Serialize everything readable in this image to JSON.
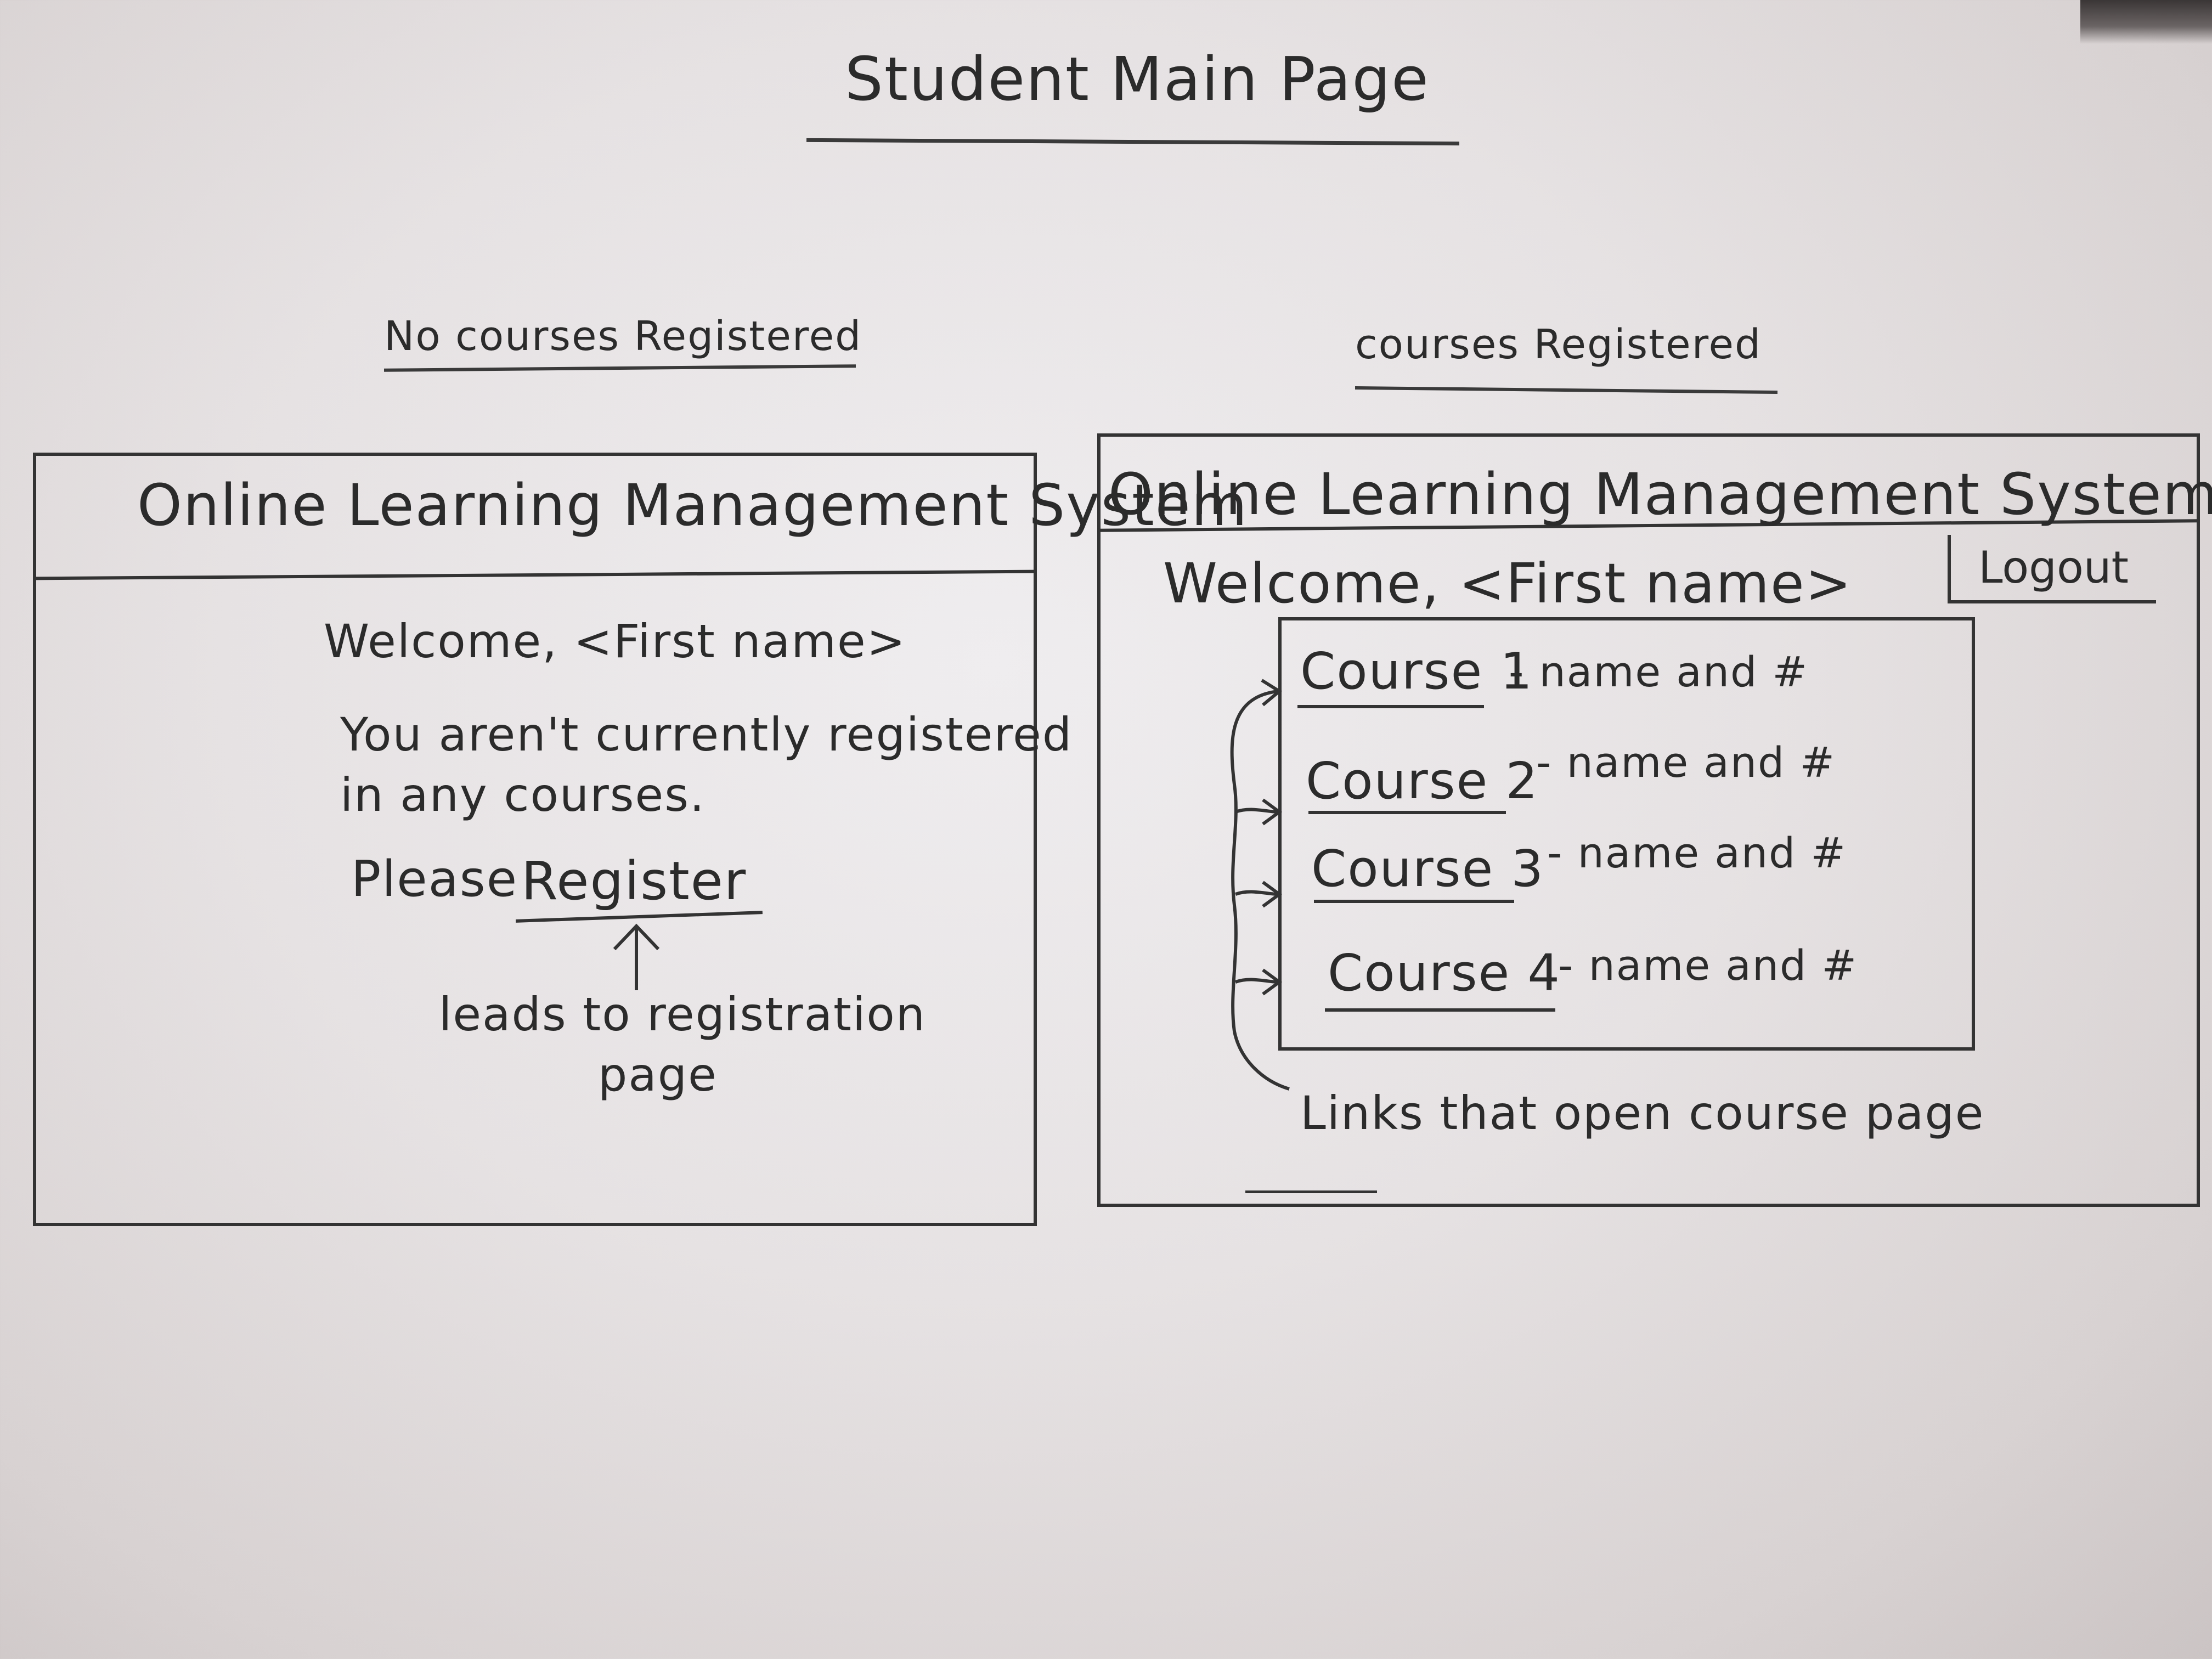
{
  "page_title": "Student Main Page",
  "left_variant": {
    "caption": "No courses Registered",
    "app_title": "Online Learning Management System",
    "welcome": "Welcome, <First name>",
    "message_line1": "You aren't currently registered",
    "message_line2": "in any courses.",
    "please": "Please",
    "register_link": "Register",
    "note_line1": "leads to registration",
    "note_line2": "page"
  },
  "right_variant": {
    "caption": "courses Registered",
    "app_title": "Online Learning Management System",
    "logout_label": "Logout",
    "welcome": "Welcome, <First name>",
    "courses": [
      {
        "link": "Course 1",
        "meta": "- name and #"
      },
      {
        "link": "Course 2",
        "meta": "- name and #"
      },
      {
        "link": "Course 3",
        "meta": "- name and #"
      },
      {
        "link": "Course 4",
        "meta": "- name and #"
      }
    ],
    "links_note": "Links that open course page"
  }
}
